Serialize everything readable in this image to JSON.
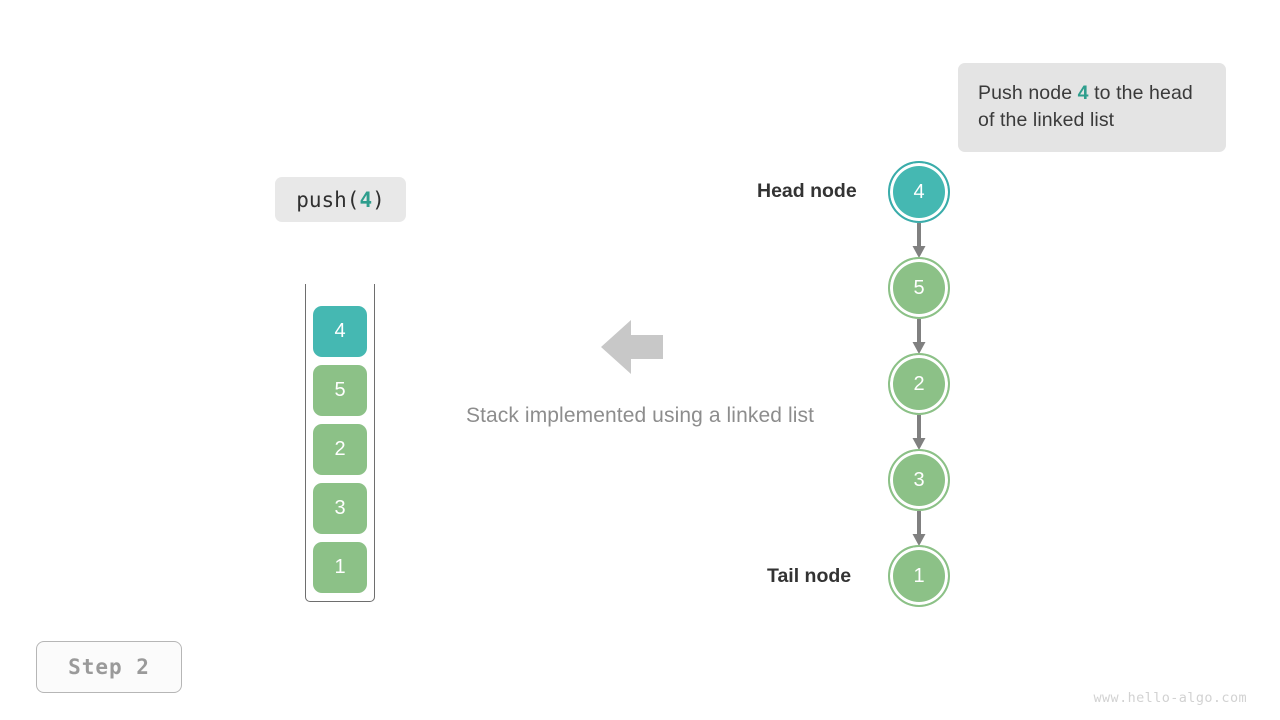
{
  "description": {
    "prefix": "Push node ",
    "highlight": "4",
    "suffix": " to the head of the linked list"
  },
  "operation": {
    "prefix": "push(",
    "highlight": "4",
    "suffix": ")"
  },
  "caption": "Stack implemented using a linked list",
  "stack": {
    "cells": [
      {
        "value": "4",
        "color": "teal"
      },
      {
        "value": "5",
        "color": "green"
      },
      {
        "value": "2",
        "color": "green"
      },
      {
        "value": "3",
        "color": "green"
      },
      {
        "value": "1",
        "color": "green"
      }
    ]
  },
  "linked_list": {
    "head_label": "Head node",
    "tail_label": "Tail node",
    "nodes": [
      {
        "value": "4",
        "color": "teal"
      },
      {
        "value": "5",
        "color": "green"
      },
      {
        "value": "2",
        "color": "green"
      },
      {
        "value": "3",
        "color": "green"
      },
      {
        "value": "1",
        "color": "green"
      }
    ]
  },
  "step_badge": "Step 2",
  "watermark": "www.hello-algo.com",
  "colors": {
    "teal": "#45b8b2",
    "green": "#8cc187",
    "highlight_text": "#2e9e8d",
    "arrow_gray": "#808080",
    "block_arrow_gray": "#c8c8c8",
    "box_gray": "#e4e4e4"
  }
}
